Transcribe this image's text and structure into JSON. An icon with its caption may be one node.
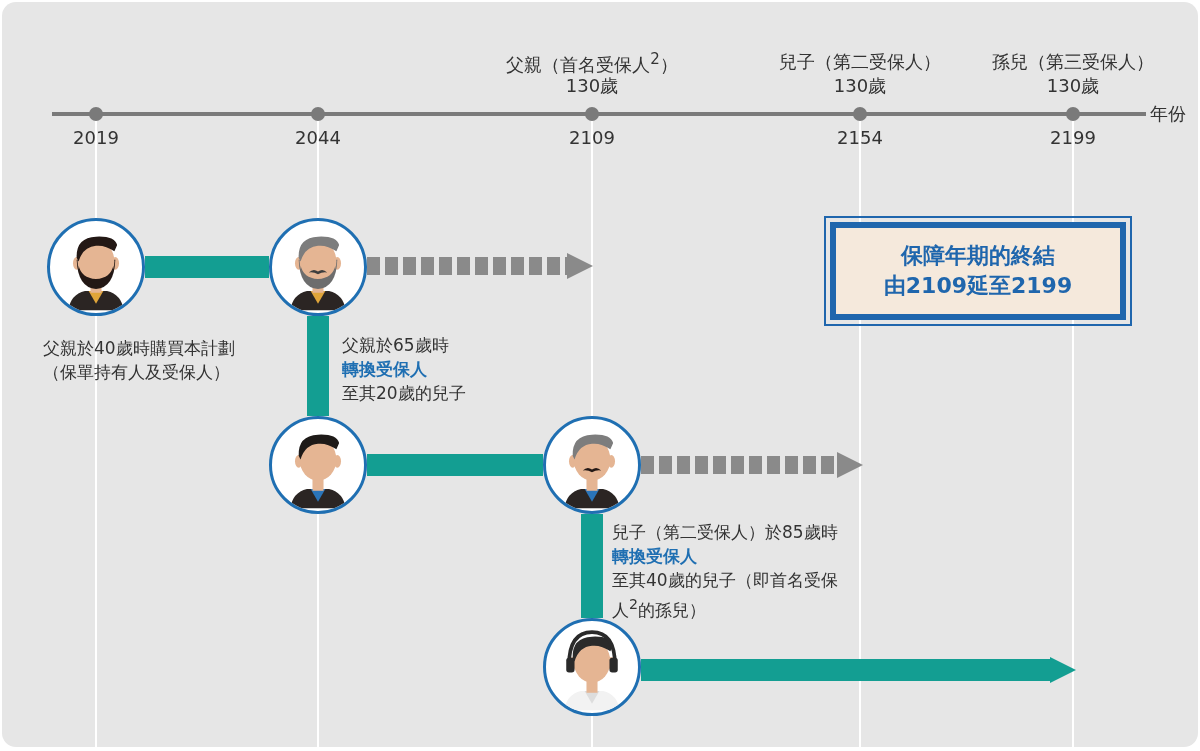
{
  "diagram": {
    "nodes": [
      {
        "text": [],
        "shape": "person",
        "beside": [
          "父親於40歲時購買本計劃",
          "（保單持有人及受保人）"
        ]
      },
      {
        "text": [],
        "shape": "person"
      },
      {
        "text": [],
        "shape": "person"
      },
      {
        "text": [],
        "shape": "person"
      },
      {
        "text": [],
        "shape": "person"
      },
      {
        "text": [
          "保障年期的終結",
          "由2109延至2199"
        ]
      }
    ],
    "edges": [
      {
        "from": 0,
        "to": 1,
        "arrow": "none"
      },
      {
        "from": 1,
        "to": null,
        "arrow": "to",
        "style": "dashed",
        "color": "#8a8a8a"
      },
      {
        "from": 1,
        "to": 2,
        "arrow": "none"
      },
      {
        "from": 2,
        "to": 3,
        "arrow": "none"
      },
      {
        "from": 3,
        "to": null,
        "arrow": "to",
        "style": "dashed",
        "color": "#8a8a8a"
      },
      {
        "from": 3,
        "to": 4,
        "arrow": "none"
      },
      {
        "from": 4,
        "to": null,
        "arrow": "to"
      }
    ],
    "labels": [
      "父親（首名受保人$^{2}$）",
      "130歲",
      "兒子（第二受保人）",
      "130歲",
      "孫兒（第三受保人）",
      "130歲",
      "年份",
      "2019",
      "2044",
      "2109",
      "2154",
      "2199",
      "父親於65歲時**轉換受保人**至其20歲的兒子",
      "兒子（第二受保人）於85歲時**轉換受保人**至其40歲的兒子（即首名受保人$^{2}$的孫兒）"
    ]
  }
}
